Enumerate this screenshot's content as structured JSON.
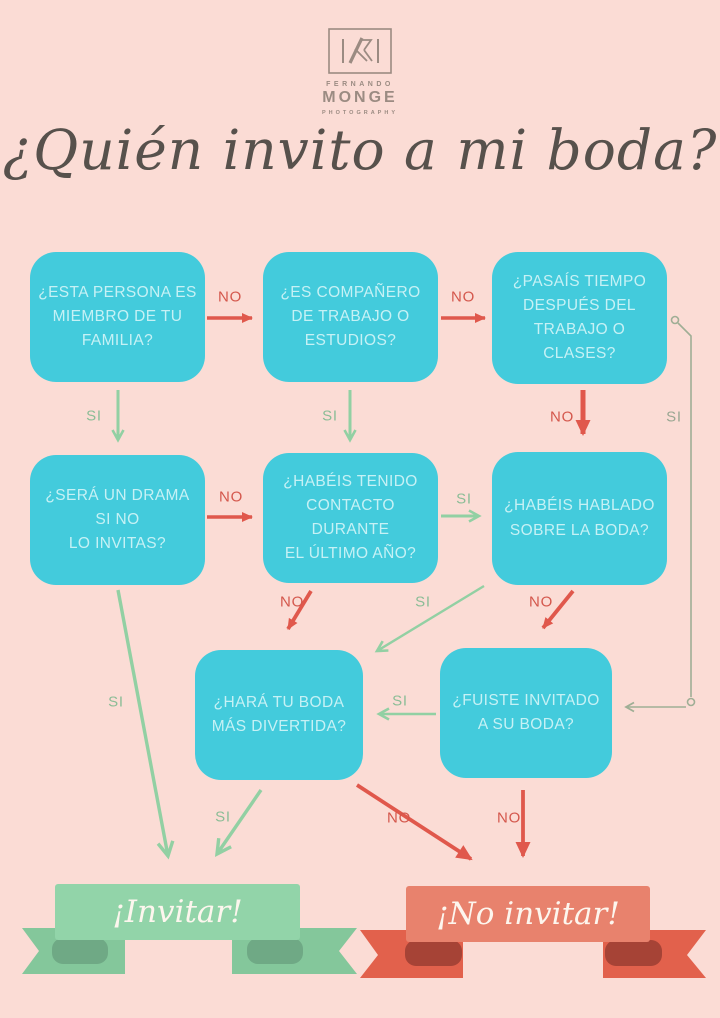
{
  "logo": {
    "icon": "monogram-m-icon",
    "name": "FERNANDO",
    "main": "MONGE",
    "tagline": "PHOTOGRAPHY"
  },
  "title": "¿Quién invito a mi boda?",
  "colors": {
    "background": "#fbdcd5",
    "node": "#43cbdc",
    "node_text": "#c6f1f5",
    "yes": "#92d0a3",
    "no": "#e0584c",
    "connector": "#9fae95",
    "invite_banner": "#92d4a9",
    "no_invite_banner": "#e8826d",
    "title_text": "#57514c"
  },
  "nodes": [
    {
      "id": "familia",
      "text": "¿ESTA PERSONA ES\nMIEMBRO DE TU\nFAMILIA?"
    },
    {
      "id": "trabajo",
      "text": "¿ES COMPAÑERO\nDE TRABAJO O\nESTUDIOS?"
    },
    {
      "id": "tiempo",
      "text": "¿PASAÍS TIEMPO\nDESPUÉS DEL\nTRABAJO O CLASES?"
    },
    {
      "id": "drama",
      "text": "¿SERÁ UN DRAMA\nSI NO\nLO INVITAS?"
    },
    {
      "id": "contacto",
      "text": "¿HABÉIS TENIDO\nCONTACTO DURANTE\nEL ÚLTIMO AÑO?"
    },
    {
      "id": "hablado",
      "text": "¿HABÉIS HABLADO\nSOBRE LA BODA?"
    },
    {
      "id": "divertida",
      "text": "¿HARÁ TU BODA\nMÁS DIVERTIDA?"
    },
    {
      "id": "invitado",
      "text": "¿FUISTE INVITADO\nA SU BODA?"
    }
  ],
  "edges": [
    {
      "from": "familia",
      "to": "trabajo",
      "label": "NO"
    },
    {
      "from": "trabajo",
      "to": "tiempo",
      "label": "NO"
    },
    {
      "from": "familia",
      "to": "drama",
      "label": "SI"
    },
    {
      "from": "trabajo",
      "to": "contacto",
      "label": "SI"
    },
    {
      "from": "tiempo",
      "to": "hablado",
      "label": "NO"
    },
    {
      "from": "tiempo",
      "to": "invitado",
      "label": "SI"
    },
    {
      "from": "drama",
      "to": "contacto",
      "label": "NO"
    },
    {
      "from": "contacto",
      "to": "hablado",
      "label": "SI"
    },
    {
      "from": "contacto",
      "to": "divertida",
      "label": "NO"
    },
    {
      "from": "hablado",
      "to": "divertida",
      "label": "SI"
    },
    {
      "from": "hablado",
      "to": "invitado",
      "label": "NO"
    },
    {
      "from": "invitado",
      "to": "divertida",
      "label": "SI"
    },
    {
      "from": "drama",
      "to": "invitar",
      "label": "SI"
    },
    {
      "from": "divertida",
      "to": "invitar",
      "label": "SI"
    },
    {
      "from": "divertida",
      "to": "no_invitar",
      "label": "NO"
    },
    {
      "from": "invitado",
      "to": "no_invitar",
      "label": "NO"
    }
  ],
  "banners": {
    "invite": "¡Invitar!",
    "no_invite": "¡No invitar!"
  }
}
